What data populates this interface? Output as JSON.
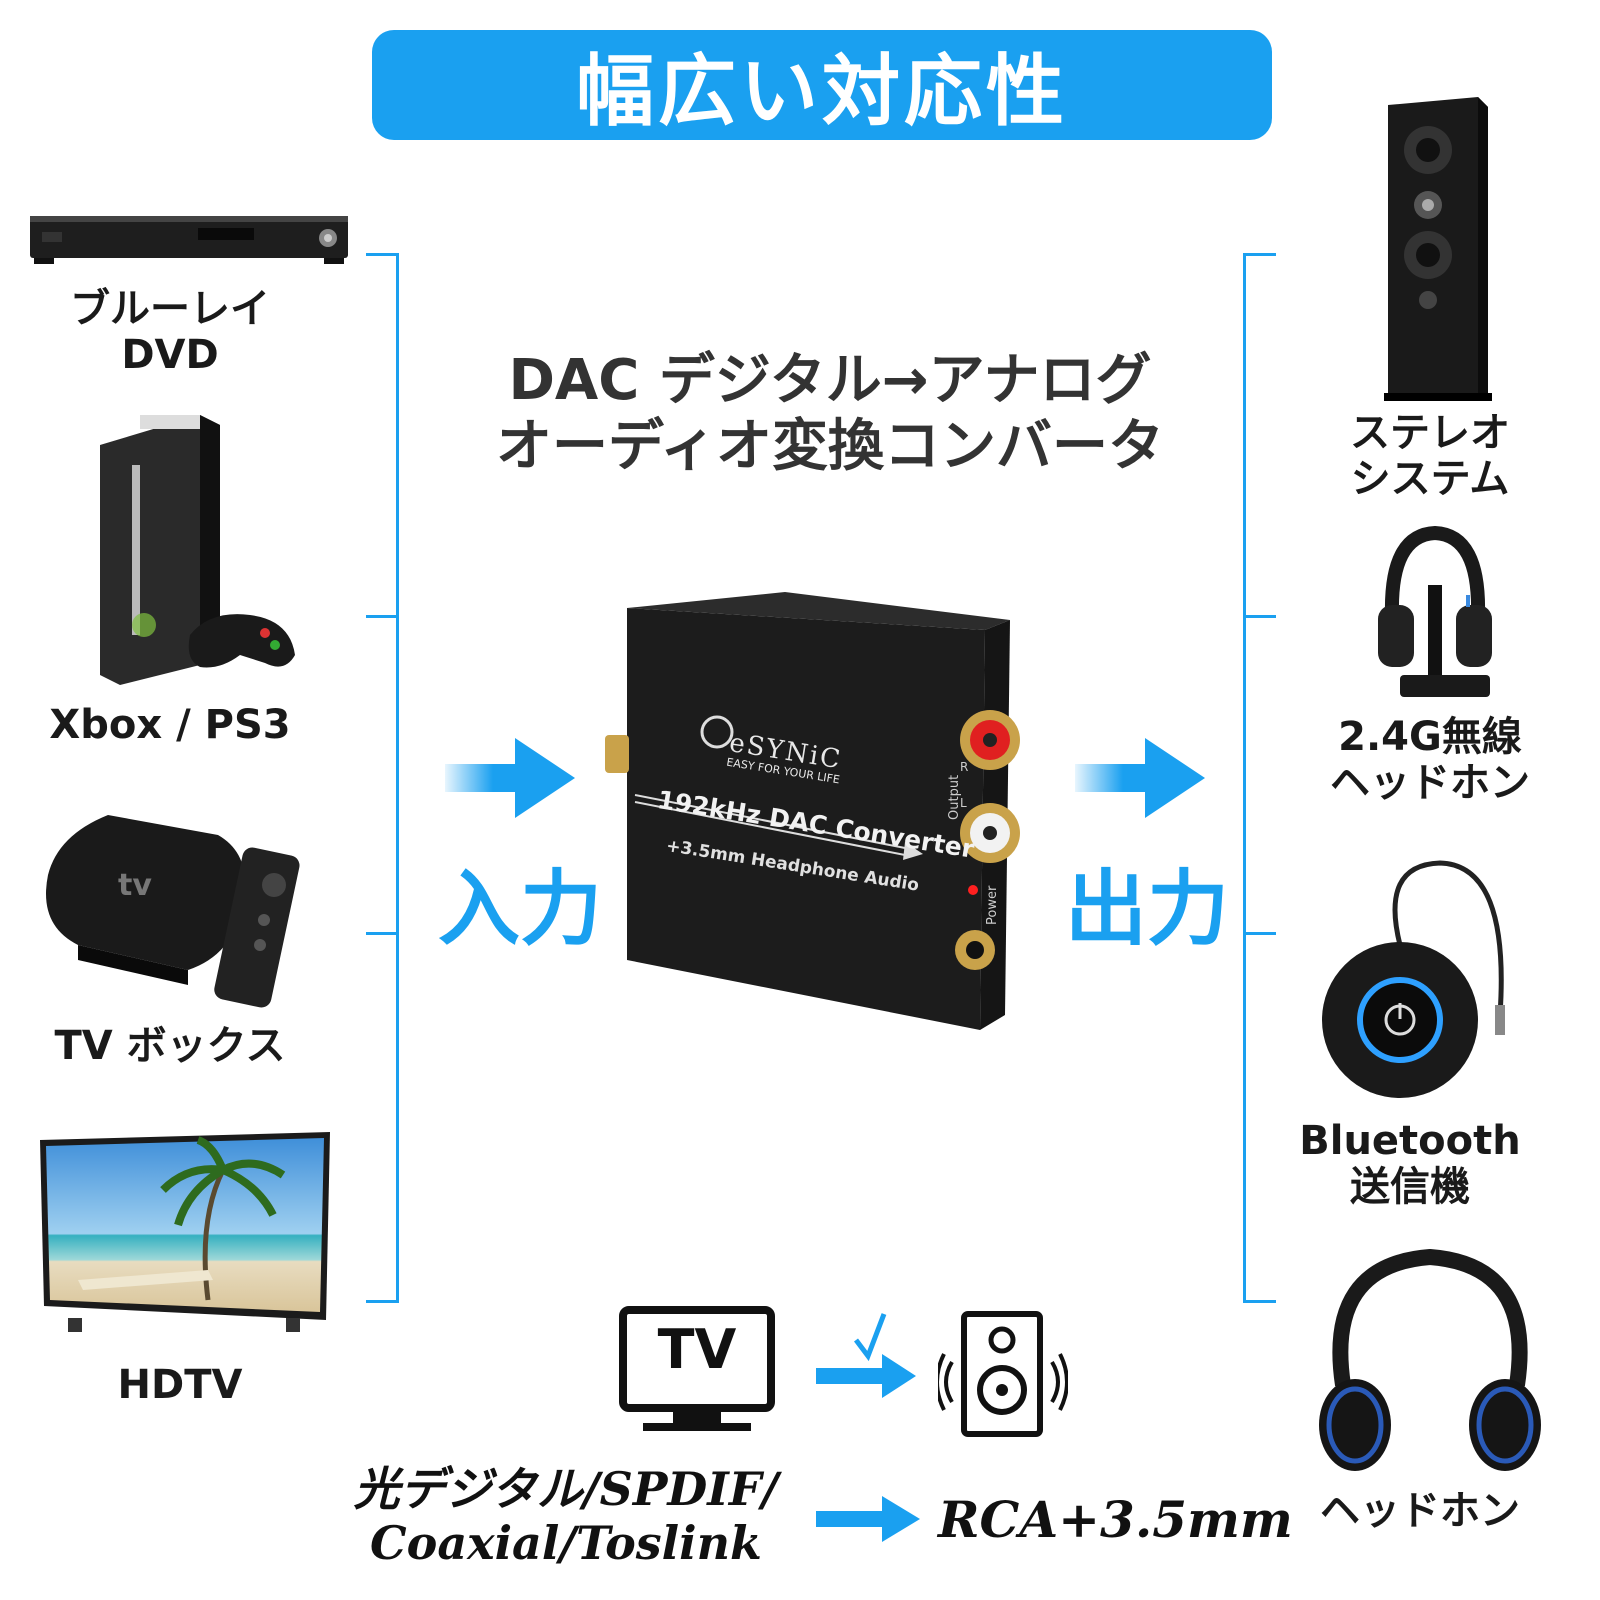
{
  "banner": {
    "title": "幅広い対応性"
  },
  "center": {
    "title_line1": "DAC デジタル→アナログ",
    "title_line2": "オーディオ変換コンバータ",
    "input_label": "入力",
    "output_label": "出力"
  },
  "device": {
    "brand": "eSYNiC",
    "tagline": "EASY FOR YOUR LIFE",
    "model": "192kHz DAC Converter",
    "subline": "+3.5mm Headphone Audio",
    "output_text": "Output",
    "power_text": "Power",
    "left_text": "L",
    "right_text": "R"
  },
  "sources": [
    {
      "line1": "ブルーレイ",
      "line2": "DVD",
      "icon": "blu-ray-player-icon"
    },
    {
      "line1": "Xbox / PS3",
      "line2": "",
      "icon": "game-console-icon"
    },
    {
      "line1": "TV ボックス",
      "line2": "",
      "icon": "tv-box-icon"
    },
    {
      "line1": "HDTV",
      "line2": "",
      "icon": "hdtv-icon"
    }
  ],
  "outputs": [
    {
      "line1": "ステレオ",
      "line2": "システム",
      "icon": "speaker-icon"
    },
    {
      "line1": "2.4G無線",
      "line2": "ヘッドホン",
      "icon": "wireless-headphones-icon"
    },
    {
      "line1": "Bluetooth",
      "line2": "送信機",
      "icon": "bluetooth-transmitter-icon"
    },
    {
      "line1": "ヘッドホン",
      "line2": "",
      "icon": "headphones-icon"
    }
  ],
  "bottom": {
    "tv_icon_text": "TV",
    "input_line1": "光デジタル/SPDIF/",
    "input_line2": "Coaxial/Toslink",
    "output_text": "RCA+3.5mm"
  },
  "colors": {
    "accent": "#1aa0f0",
    "device": "#1c1c1c",
    "gold": "#c9a24a"
  }
}
